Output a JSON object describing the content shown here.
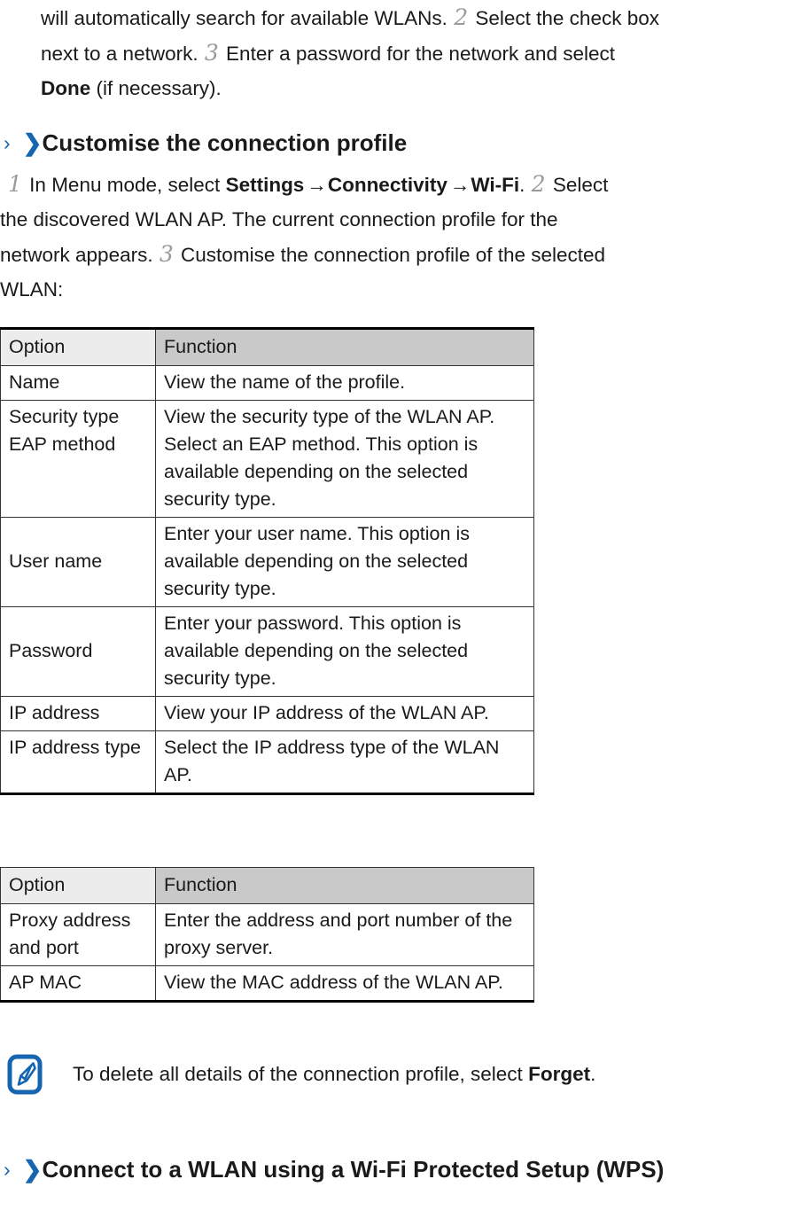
{
  "document": {
    "top_paragraph": {
      "lines": [
        {
          "segments": [
            {
              "type": "text",
              "value": "will automatically search for available WLANs. "
            },
            {
              "type": "step",
              "value": "2"
            },
            {
              "type": "text",
              "value": " Select the check box"
            }
          ]
        },
        {
          "segments": [
            {
              "type": "text",
              "value": "next to a network. "
            },
            {
              "type": "step",
              "value": "3"
            },
            {
              "type": "text",
              "value": " Enter a password for the network and select"
            }
          ]
        },
        {
          "segments": [
            {
              "type": "bold",
              "value": "Done"
            },
            {
              "type": "text",
              "value": " (if necessary)."
            }
          ]
        }
      ],
      "line1_a": "will automatically search for available WLANs.",
      "line1_step": "2",
      "line1_b": "Select the check box",
      "line2_a": "next to a network.",
      "line2_step": "3",
      "line2_b": "Enter a password for the network and select",
      "line3_bold": "Done",
      "line3_rest": "(if necessary)."
    },
    "heading_customise": {
      "chevron_thin": "›",
      "chevron_bold": "❯",
      "text": "Customise the connection profile"
    },
    "body_customise": {
      "step1": "1",
      "t1": "In Menu mode, select",
      "bold_settings": "Settings",
      "arrow1": "→",
      "bold_connectivity": "Connectivity",
      "arrow2": "→",
      "bold_wifi": "Wi-Fi",
      "t2": ".",
      "step2": "2",
      "t3": "Select",
      "t4": "the discovered WLAN AP. The current connection profile for the",
      "t5": "network appears.",
      "step3": "3",
      "t6": "Customise the connection profile of the selected",
      "t7": "WLAN:"
    },
    "table_1": {
      "headers": {
        "option": "Option",
        "function": "Function"
      },
      "rows": [
        {
          "option": "Name",
          "function": "View the name of the profile.",
          "align": "top"
        },
        {
          "option": "Security type EAP method",
          "function": "View the security type of the WLAN AP. Select an EAP method. This option is available depending on the selected security type.",
          "align": "top"
        },
        {
          "option": "User name",
          "function": "Enter your user name. This option is available depending on the selected security type.",
          "align": "middle"
        },
        {
          "option": "Password",
          "function": "Enter your password. This option is available depending on the selected security type.",
          "align": "middle"
        },
        {
          "option": "IP address",
          "function": "View your IP address of the WLAN AP.",
          "align": "middle"
        },
        {
          "option": "IP address type",
          "function": "Select the IP address type of the WLAN AP.",
          "align": "top"
        }
      ]
    },
    "table_2": {
      "headers": {
        "option": "Option",
        "function": "Function"
      },
      "rows": [
        {
          "option": "Proxy address and port",
          "function": "Enter the address and port number of the proxy server.",
          "align": "middle"
        },
        {
          "option": "AP MAC",
          "function": "View the MAC address of the WLAN AP.",
          "align": "middle"
        }
      ]
    },
    "note": {
      "icon": "note-pen-icon",
      "text_before": "To delete all details of the connection profile, select",
      "bold": "Forget",
      "text_after": "."
    },
    "heading_wps": {
      "chevron_thin": "›",
      "chevron_bold": "❯",
      "line1": "Connect to a WLAN using a Wi-Fi Protected Setup",
      "line2": "(WPS)"
    }
  },
  "colors": {
    "accent_blue": "#1565b0",
    "text": "#1a1a1a",
    "step_gray": "#9a9a9a",
    "header_option_bg": "#ececec",
    "header_function_bg": "#c9c9c9",
    "border": "#333333"
  }
}
